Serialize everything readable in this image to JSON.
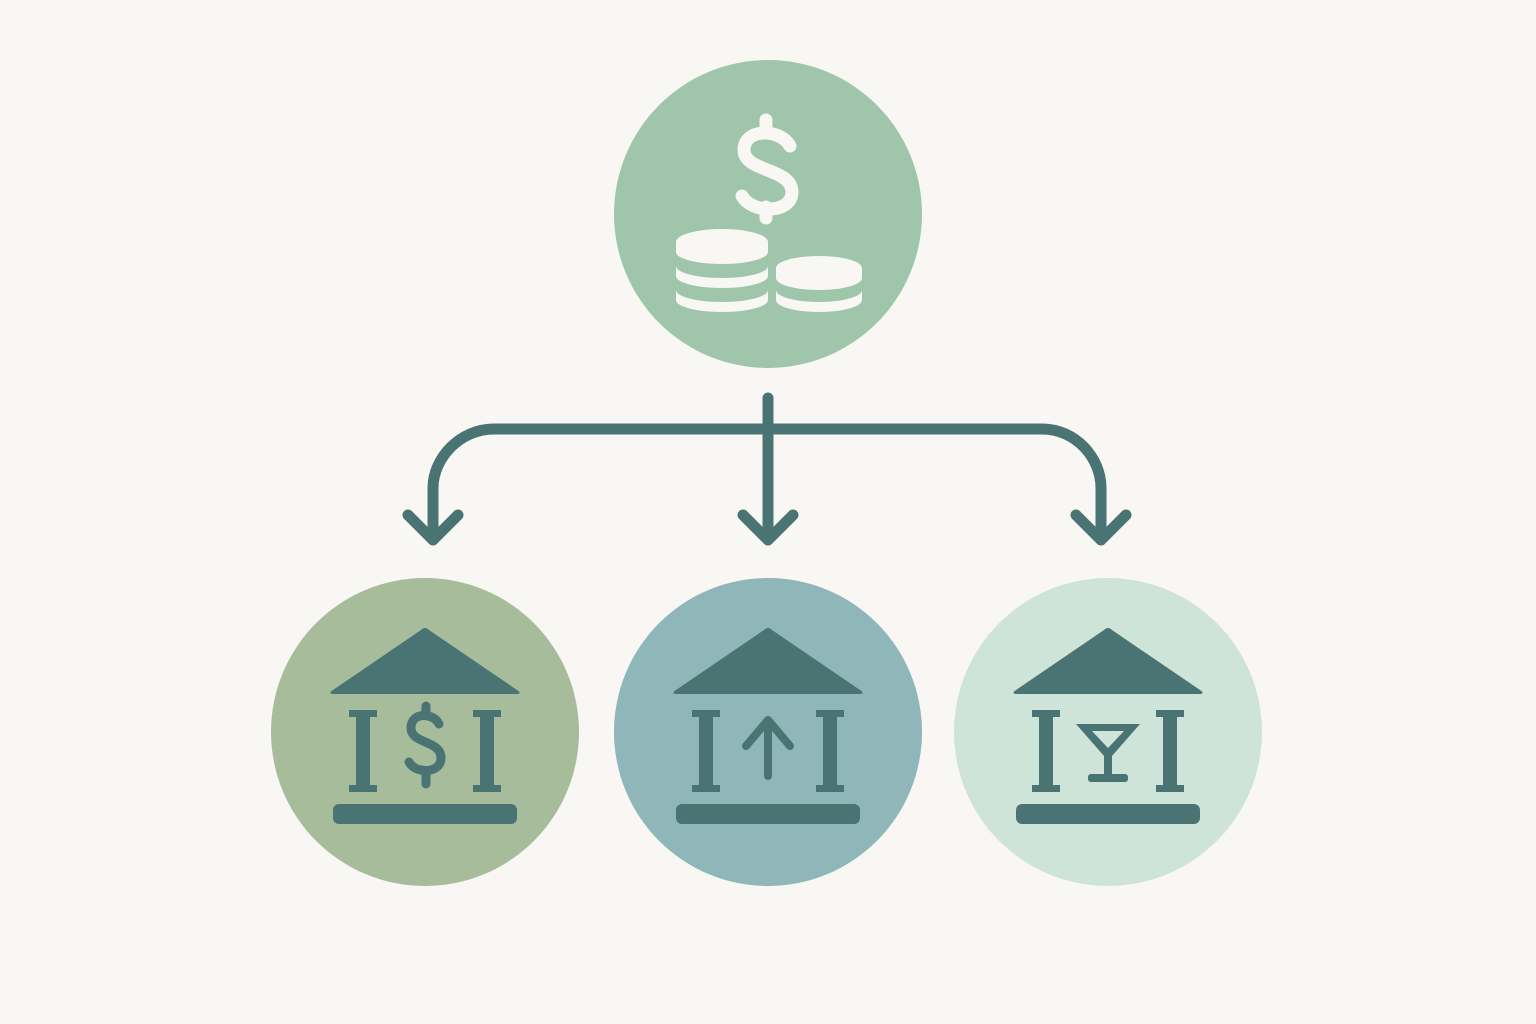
{
  "colors": {
    "background": "#f9f7f3",
    "connector": "#4a7373",
    "icon_dark": "#4a7373",
    "icon_light": "#f9f7f3",
    "source_fill": "#9fc6ab",
    "bank_left_fill": "#a6bc9b",
    "bank_center_fill": "#8fb6b8",
    "bank_right_fill": "#cfe4d8"
  },
  "nodes": {
    "source": {
      "icon": "coins-dollar-icon"
    },
    "banks": [
      {
        "icon": "bank-dollar-icon",
        "symbol": "dollar"
      },
      {
        "icon": "bank-arrow-up-icon",
        "symbol": "arrow-up"
      },
      {
        "icon": "bank-cocktail-icon",
        "symbol": "cocktail"
      }
    ]
  }
}
